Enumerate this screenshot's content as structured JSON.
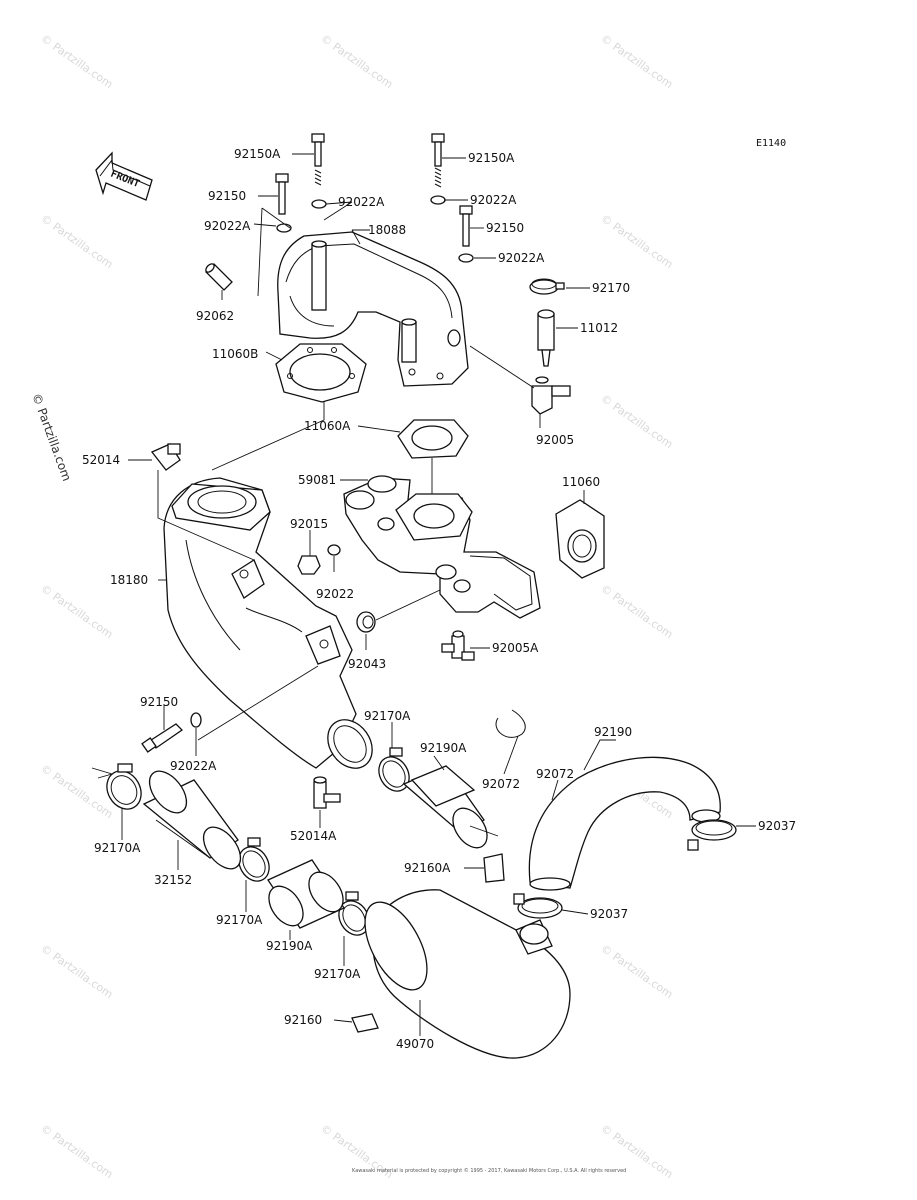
{
  "diagram_code": "E1140",
  "front_label": "FRONT",
  "watermark": "© Partzilla.com",
  "footer_text": "Kawasaki material is protected by copyright © 1995 - 2017, Kawasaki Motors Corp., U.S.A. All rights reserved",
  "parts": {
    "p92150A_l": "92150A",
    "p92150A_r": "92150A",
    "p92150_l": "92150",
    "p92022A_m": "92022A",
    "p92022A_r1": "92022A",
    "p92022A_l": "92022A",
    "p18088": "18088",
    "p92150_r": "92150",
    "p92022A_r2": "92022A",
    "p92170": "92170",
    "p92062": "92062",
    "p11012": "11012",
    "p11060B": "11060B",
    "p92005": "92005",
    "p52014": "52014",
    "p11060A": "11060A",
    "p59081": "59081",
    "p11060": "11060",
    "p92015": "92015",
    "p92022": "92022",
    "p18180": "18180",
    "p92005A": "92005A",
    "p92043": "92043",
    "p92150_b": "92150",
    "p92170A_1": "92170A",
    "p92190": "92190",
    "p92022A_b": "92022A",
    "p92190A_1": "92190A",
    "p92072_1": "92072",
    "p92072_2": "92072",
    "p92037_1": "92037",
    "p92170A_2": "92170A",
    "p52014A": "52014A",
    "p32152": "32152",
    "p92160A": "92160A",
    "p92170A_3": "92170A",
    "p92037_2": "92037",
    "p92190A_2": "92190A",
    "p92170A_4": "92170A",
    "p92160": "92160",
    "p49070": "49070"
  }
}
